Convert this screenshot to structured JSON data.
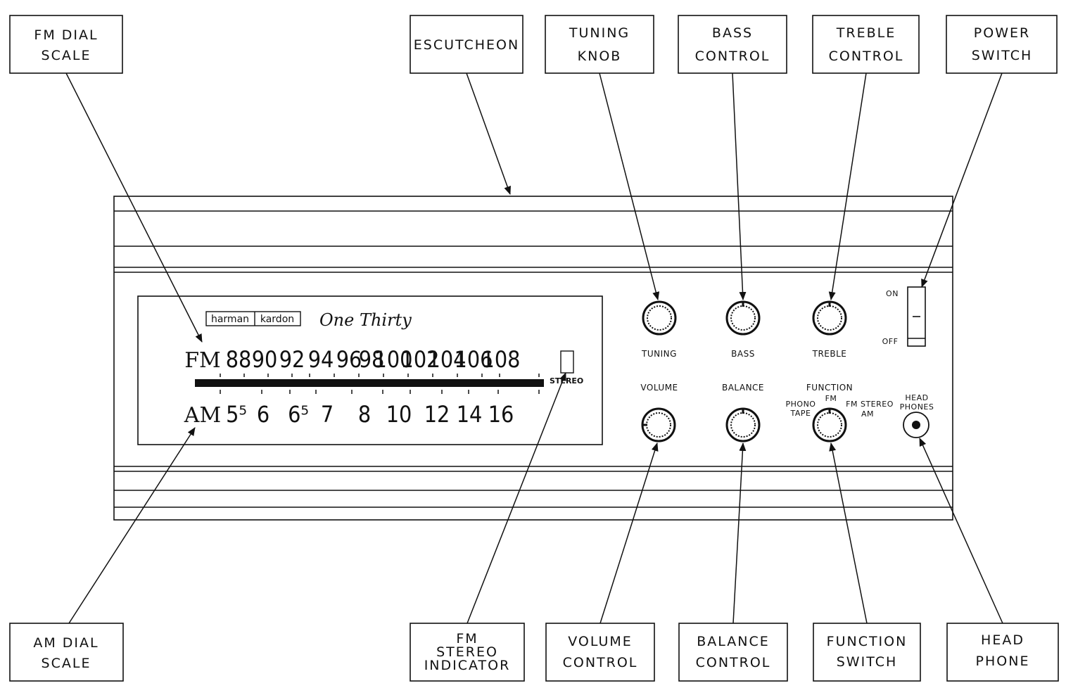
{
  "callouts": {
    "fm_dial_scale": [
      "FM DIAL",
      "SCALE"
    ],
    "escutcheon": [
      "ESCUTCHEON"
    ],
    "tuning_knob": [
      "TUNING",
      "KNOB"
    ],
    "bass_control": [
      "BASS",
      "CONTROL"
    ],
    "treble_control": [
      "TREBLE",
      "CONTROL"
    ],
    "power_switch": [
      "POWER",
      "SWITCH"
    ],
    "am_dial_scale": [
      "AM DIAL",
      "SCALE"
    ],
    "fm_stereo_indicator": [
      "FM",
      "STEREO",
      "INDICATOR"
    ],
    "volume_control": [
      "VOLUME",
      "CONTROL"
    ],
    "balance_control": [
      "BALANCE",
      "CONTROL"
    ],
    "function_switch": [
      "FUNCTION",
      "SWITCH"
    ],
    "head_phone": [
      "HEAD",
      "PHONE"
    ]
  },
  "brand": {
    "left": "harman",
    "right": "kardon",
    "model": "One Thirty"
  },
  "dial": {
    "fm_label": "FM",
    "am_label": "AM",
    "fm_numbers": [
      "88",
      "90",
      "92",
      "94",
      "96",
      "98",
      "100",
      "102",
      "104",
      "106",
      "108"
    ],
    "am_numbers": [
      "5⁵",
      "6",
      "6⁵",
      "7",
      "8",
      "10",
      "12",
      "14",
      "16"
    ],
    "stereo_label": "STEREO"
  },
  "panel": {
    "tuning": "TUNING",
    "bass": "BASS",
    "treble": "TREBLE",
    "volume": "VOLUME",
    "balance": "BALANCE",
    "function": "FUNCTION",
    "func_phono": "PHONO",
    "func_tape": "TAPE",
    "func_fm": "FM",
    "func_fm_stereo": "FM STEREO",
    "func_am": "AM",
    "headphones": [
      "HEAD",
      "PHONES"
    ],
    "power_on": "ON",
    "power_off": "OFF"
  }
}
